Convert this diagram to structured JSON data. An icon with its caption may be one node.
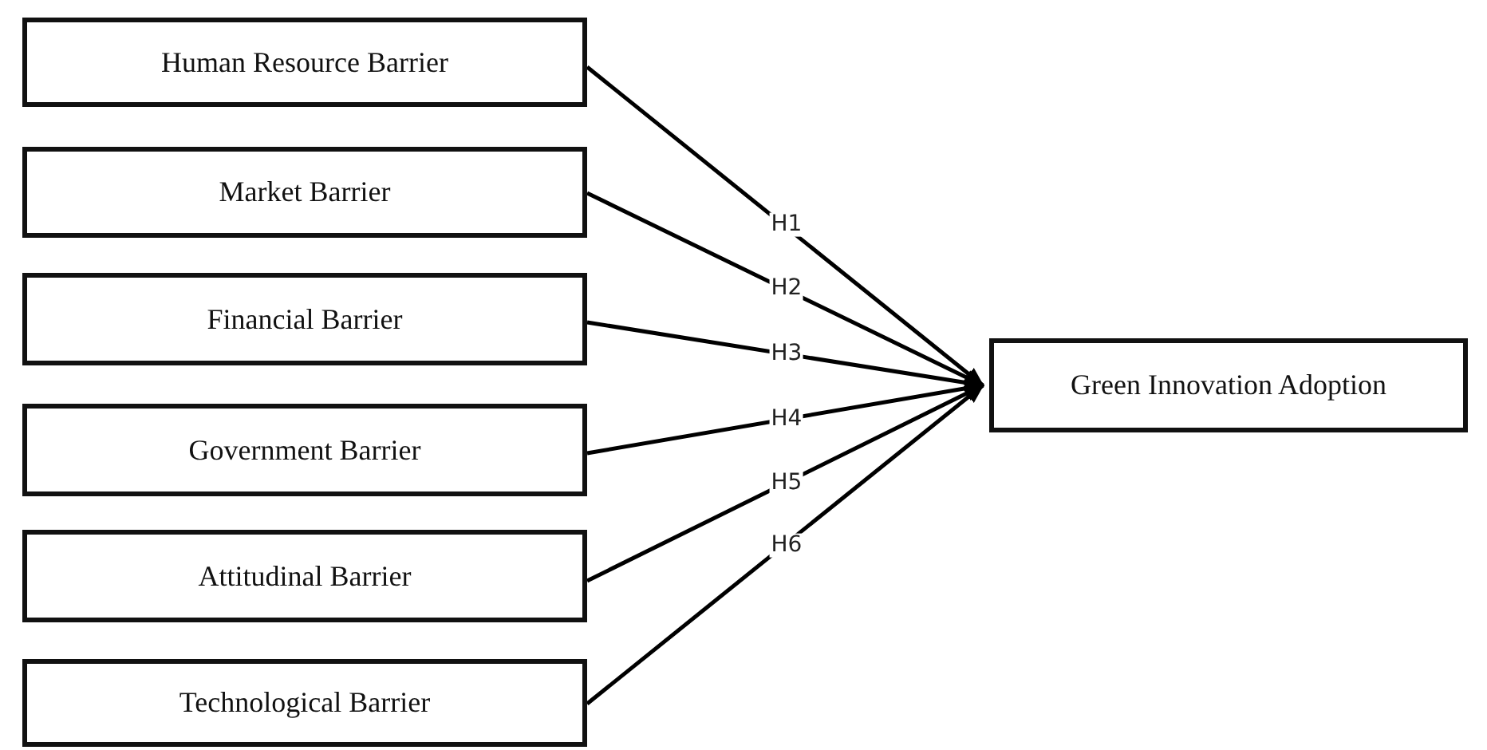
{
  "diagram": {
    "nodes": [
      {
        "text": [
          "Human Resource Barrier"
        ]
      },
      {
        "text": [
          "Market Barrier"
        ]
      },
      {
        "text": [
          "Financial Barrier"
        ]
      },
      {
        "text": [
          "Government Barrier"
        ]
      },
      {
        "text": [
          "Attitudinal Barrier"
        ]
      },
      {
        "text": [
          "Technological Barrier"
        ]
      },
      {
        "text": [
          "Green Innovation Adoption"
        ]
      }
    ],
    "edges": [
      {
        "from": 0,
        "to": 6,
        "arrow": "to",
        "label": "H1"
      },
      {
        "from": 1,
        "to": 6,
        "arrow": "to",
        "label": "H2"
      },
      {
        "from": 2,
        "to": 6,
        "arrow": "to",
        "label": "H3"
      },
      {
        "from": 3,
        "to": 6,
        "arrow": "to",
        "label": "H4"
      },
      {
        "from": 4,
        "to": 6,
        "arrow": "to",
        "label": "H5"
      },
      {
        "from": 5,
        "to": 6,
        "arrow": "to",
        "label": "H6"
      }
    ]
  }
}
